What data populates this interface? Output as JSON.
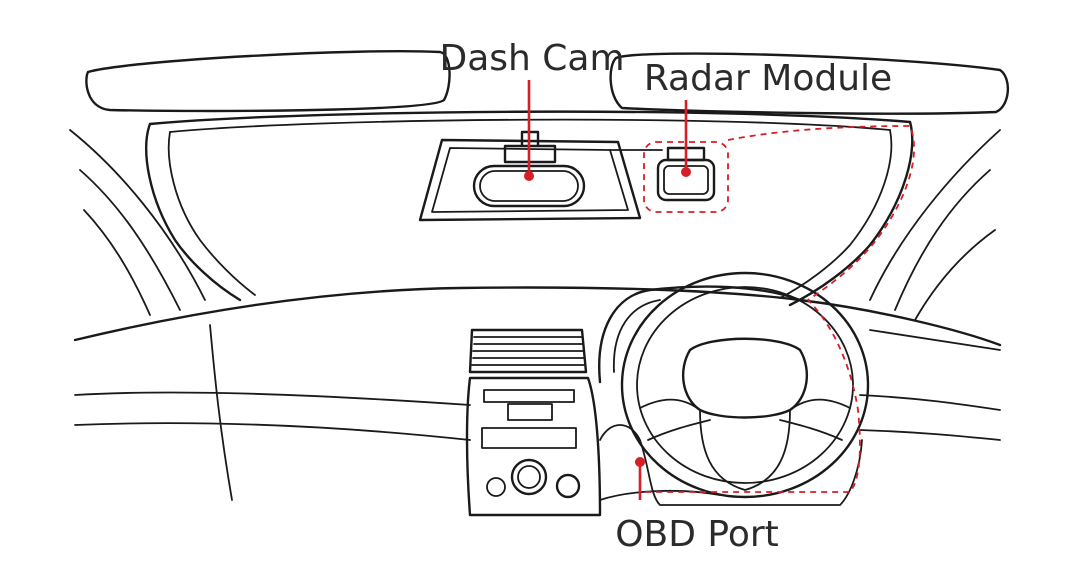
{
  "labels": {
    "dash_cam": "Dash Cam",
    "radar_module": "Radar Module",
    "obd_port": "OBD Port"
  },
  "colors": {
    "accent": "#d61f26",
    "line": "#1a1a1a",
    "label": "#2b2b2b"
  }
}
